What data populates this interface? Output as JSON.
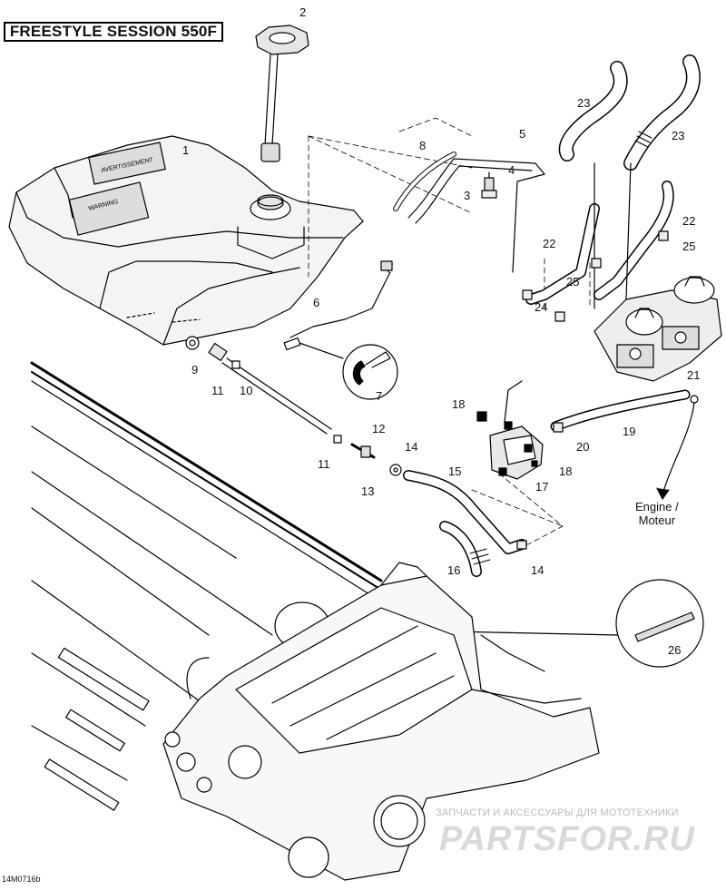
{
  "title": "FREESTYLE SESSION 550F",
  "part_numbers": [
    "1",
    "2",
    "3",
    "4",
    "5",
    "6",
    "7",
    "8",
    "9",
    "10",
    "11",
    "11",
    "12",
    "13",
    "14",
    "14",
    "15",
    "16",
    "17",
    "18",
    "18",
    "19",
    "20",
    "21",
    "22",
    "22",
    "23",
    "23",
    "24",
    "25",
    "25",
    "26"
  ],
  "engine_label_en": "Engine /",
  "engine_label_fr": "Moteur",
  "illustration_code": "14M0716b",
  "watermark_text": "ЗАПЧАСТИ И АКСЕССУАРЫ ДЛЯ МОТОТЕХНИКИ",
  "watermark_logo": "PARTSFOR.RU"
}
